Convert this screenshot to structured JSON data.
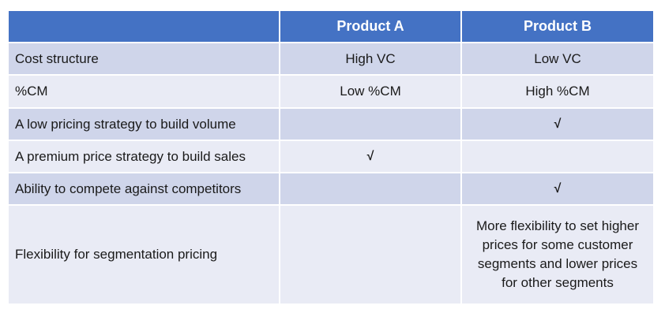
{
  "table": {
    "header": {
      "col0": "",
      "col1": "Product A",
      "col2": "Product B"
    },
    "rows": [
      {
        "label": "Cost structure",
        "a": "High VC",
        "b": "Low VC"
      },
      {
        "label": "%CM",
        "a": "Low %CM",
        "b": "High %CM"
      },
      {
        "label": "A low pricing strategy to build volume",
        "a": "",
        "b": "√"
      },
      {
        "label": "A premium price strategy to build sales",
        "a": "√",
        "b": ""
      },
      {
        "label": "Ability to compete against competitors",
        "a": "",
        "b": "√"
      },
      {
        "label": "Flexibility for segmentation pricing",
        "a": "",
        "b": "More flexibility to set higher prices for some customer segments and lower prices for other segments"
      }
    ]
  },
  "colors": {
    "header_bg": "#4472c4",
    "row_dark": "#cfd5ea",
    "row_light": "#e9ebf5"
  }
}
